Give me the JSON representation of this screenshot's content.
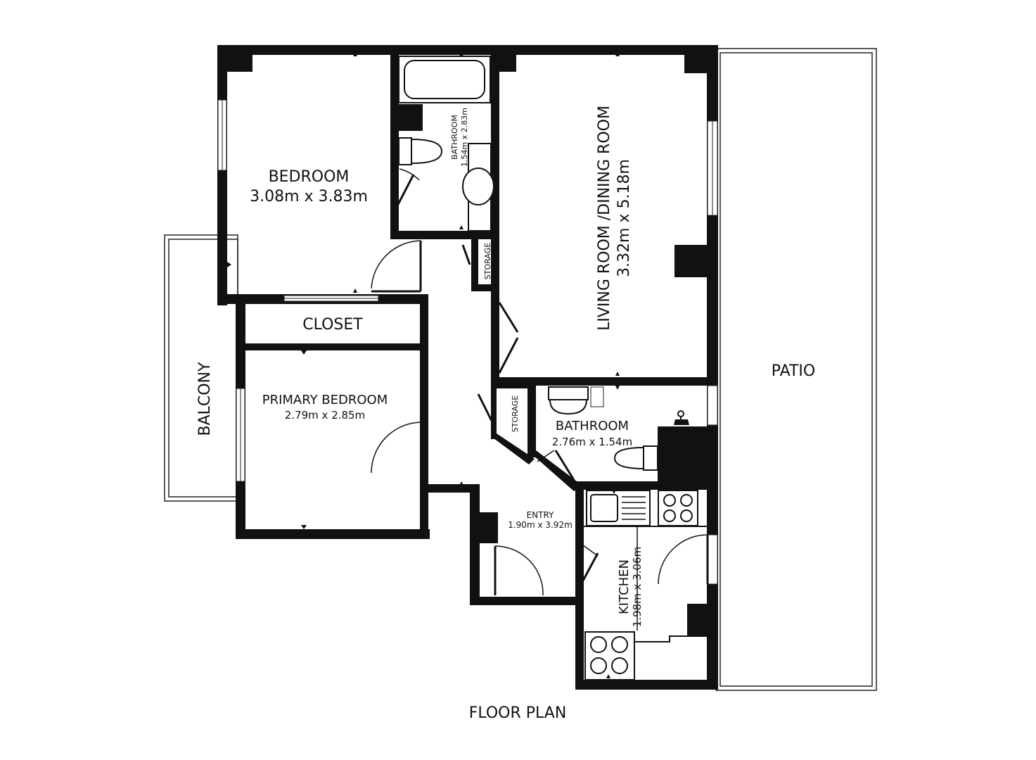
{
  "colors": {
    "wall": "#111111",
    "background": "#ffffff",
    "line": "#222222"
  },
  "title": "FLOOR PLAN",
  "rooms": {
    "bedroom": {
      "name": "BEDROOM",
      "size": "3.08m x 3.83m"
    },
    "bathroom_top": {
      "name": "BATHROOM",
      "size": "1.54m x 2.83m"
    },
    "living": {
      "name": "LIVING ROOM /DINING ROOM",
      "size": "3.32m x 5.18m"
    },
    "patio": {
      "name": "PATIO"
    },
    "storage_top": {
      "name": "STORAGE"
    },
    "closet": {
      "name": "CLOSET"
    },
    "balcony": {
      "name": "BALCONY"
    },
    "primary_bedroom": {
      "name": "PRIMARY BEDROOM",
      "size": "2.79m x 2.85m"
    },
    "storage_mid": {
      "name": "STORAGE"
    },
    "bathroom_mid": {
      "name": "BATHROOM",
      "size": "2.76m x 1.54m"
    },
    "entry": {
      "name": "ENTRY",
      "size": "1.90m x 3.92m"
    },
    "kitchen": {
      "name": "KITCHEN",
      "size": "1.98m x 3.06m"
    }
  }
}
